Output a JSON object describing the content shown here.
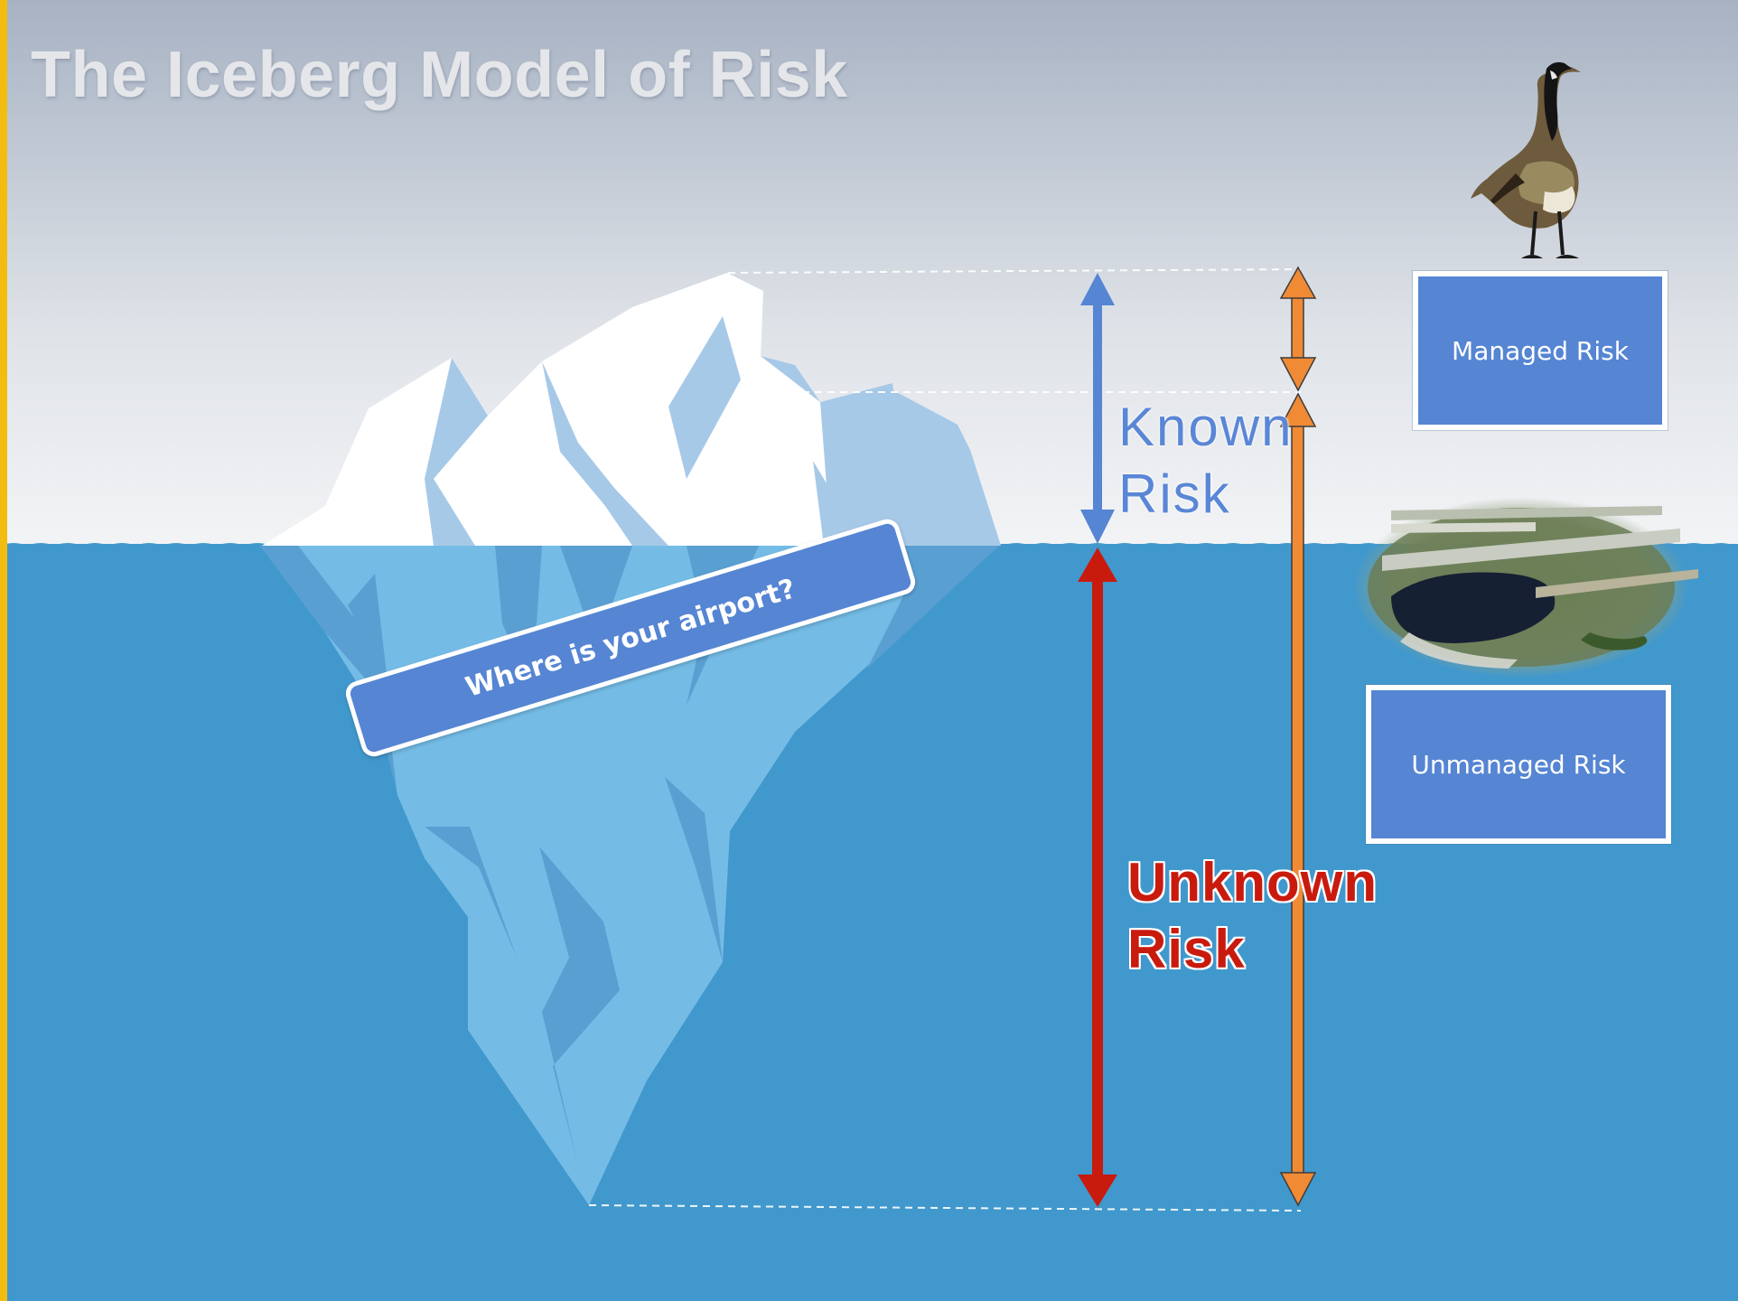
{
  "slide": {
    "title": "The Iceberg Model of Risk",
    "banner_text": "Where is your airport?"
  },
  "labels": {
    "known": [
      "Known",
      "Risk"
    ],
    "unknown": [
      "Unknown",
      "Risk"
    ]
  },
  "boxes": {
    "managed": "Managed Risk",
    "unmanaged": "Unmanaged Risk"
  },
  "colors": {
    "sky_top": "#a9b4c4",
    "sky_bottom": "#eef0f3",
    "water": "#4198cc",
    "iceberg_underwater": "#74bce6",
    "iceberg_shadow": "#5a9fd2",
    "iceberg_top": "#ffffff",
    "iceberg_top_shade": "#a7c9e8",
    "known_arrow": "#5585d3",
    "unknown_arrow": "#c91a0e",
    "total_arrow": "#f08a35",
    "box_fill": "#5585d3",
    "frame": "#f2bd10"
  },
  "icons": {
    "bird": "canada-goose-icon",
    "airport_photo": "airport-pond-aerial-image"
  }
}
